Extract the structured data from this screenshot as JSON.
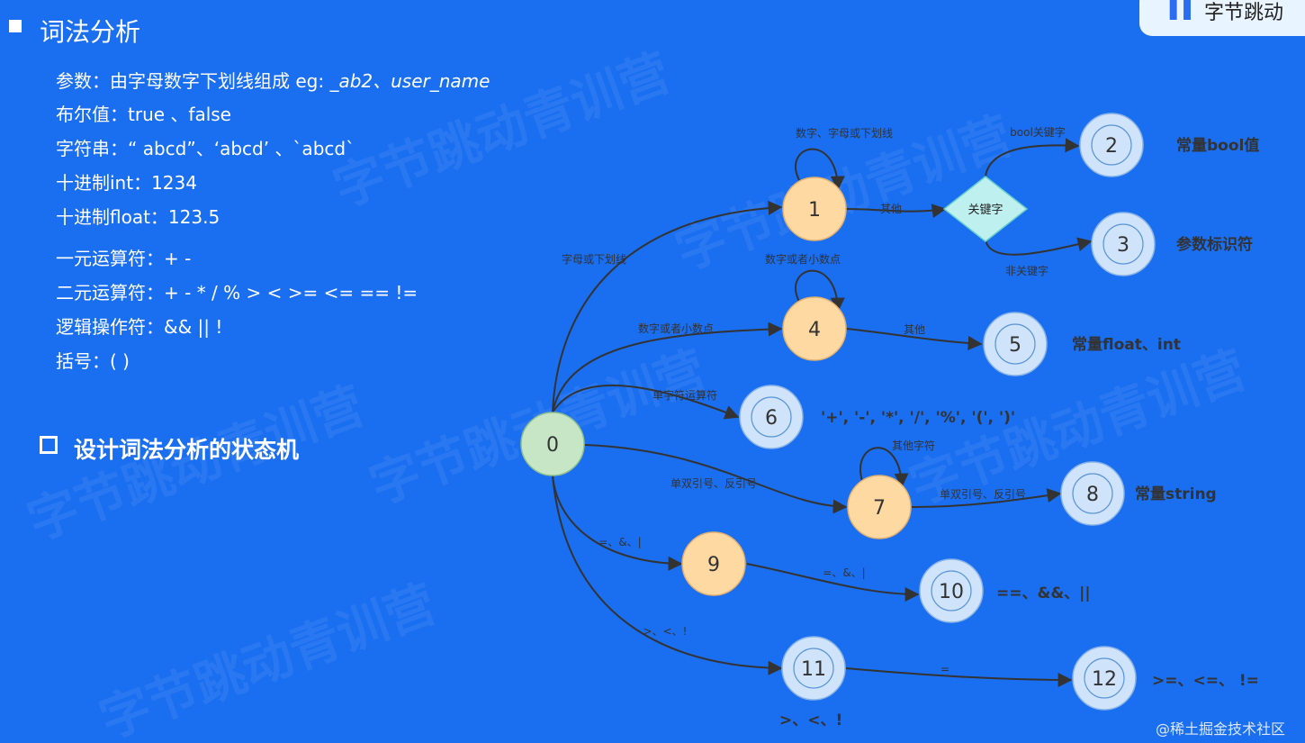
{
  "header": {
    "title": "词法分析",
    "logo_text": "字节跳动"
  },
  "definitions": [
    {
      "label": "参数：由字母数字下划线组成 eg: ",
      "example": "_ab2、user_name"
    },
    {
      "label": "布尔值：true 、false",
      "example": ""
    },
    {
      "label": "字符串：“ abcd”、‘abcd’ 、`abcd`",
      "example": ""
    },
    {
      "label": "十进制int：1234",
      "example": ""
    },
    {
      "label": "十进制float：123.5",
      "example": ""
    },
    {
      "label": "一元运算符：+ -",
      "example": ""
    },
    {
      "label": "二元运算符：+ -   *  /  %  >  <  >=  <= == !=",
      "example": ""
    },
    {
      "label": "逻辑操作符：&&  ||  !",
      "example": ""
    },
    {
      "label": "括号：(  )",
      "example": ""
    }
  ],
  "subtitle": "设计词法分析的状态机",
  "watermark": "字节跳动青训营",
  "footer": "@稀土掘金技术社区",
  "colors": {
    "background": "#1a6ef0",
    "start_state": "#c6e6c6",
    "intermediate_state": "#ffd9a1",
    "final_state": "#cfe3fb",
    "decision": "#bff0f0"
  },
  "diagram": {
    "states": [
      {
        "id": "0",
        "kind": "start"
      },
      {
        "id": "1",
        "kind": "intermediate"
      },
      {
        "id": "2",
        "kind": "final"
      },
      {
        "id": "3",
        "kind": "final"
      },
      {
        "id": "4",
        "kind": "intermediate"
      },
      {
        "id": "5",
        "kind": "final"
      },
      {
        "id": "6",
        "kind": "final"
      },
      {
        "id": "7",
        "kind": "intermediate"
      },
      {
        "id": "8",
        "kind": "final"
      },
      {
        "id": "9",
        "kind": "intermediate"
      },
      {
        "id": "10",
        "kind": "final"
      },
      {
        "id": "11",
        "kind": "final"
      },
      {
        "id": "12",
        "kind": "final"
      }
    ],
    "decision": {
      "id": "kw",
      "label": "关键字"
    },
    "edges": [
      {
        "from": "0",
        "to": "1",
        "label": "字母或下划线"
      },
      {
        "from": "1",
        "to": "1",
        "label": "数字、字母或下划线"
      },
      {
        "from": "1",
        "to": "kw",
        "label": "其他"
      },
      {
        "from": "kw",
        "to": "2",
        "label": "bool关键字"
      },
      {
        "from": "kw",
        "to": "3",
        "label": "非关键字"
      },
      {
        "from": "0",
        "to": "4",
        "label": "数字或者小数点"
      },
      {
        "from": "4",
        "to": "4",
        "label": "数字或者小数点"
      },
      {
        "from": "4",
        "to": "5",
        "label": "其他"
      },
      {
        "from": "0",
        "to": "6",
        "label": "单字符运算符"
      },
      {
        "from": "0",
        "to": "7",
        "label": "单双引号、反引号"
      },
      {
        "from": "7",
        "to": "7",
        "label": "其他字符"
      },
      {
        "from": "7",
        "to": "8",
        "label": "单双引号、反引号"
      },
      {
        "from": "0",
        "to": "9",
        "label": "=、&、|"
      },
      {
        "from": "9",
        "to": "10",
        "label": "=、&、|"
      },
      {
        "from": "0",
        "to": "11",
        "label": ">、<、!"
      },
      {
        "from": "11",
        "to": "12",
        "label": "="
      }
    ],
    "results": [
      {
        "state": "2",
        "text": "常量bool值"
      },
      {
        "state": "3",
        "text": "参数标识符"
      },
      {
        "state": "5",
        "text": "常量float、int"
      },
      {
        "state": "6",
        "text": "'+', '-', '*', '/', '%', '(', ')'"
      },
      {
        "state": "8",
        "text": "常量string"
      },
      {
        "state": "10",
        "text": "==、&&、||"
      },
      {
        "state": "12",
        "text": ">=、<=、 !="
      },
      {
        "state": "11",
        "text": ">、<、!"
      }
    ]
  }
}
